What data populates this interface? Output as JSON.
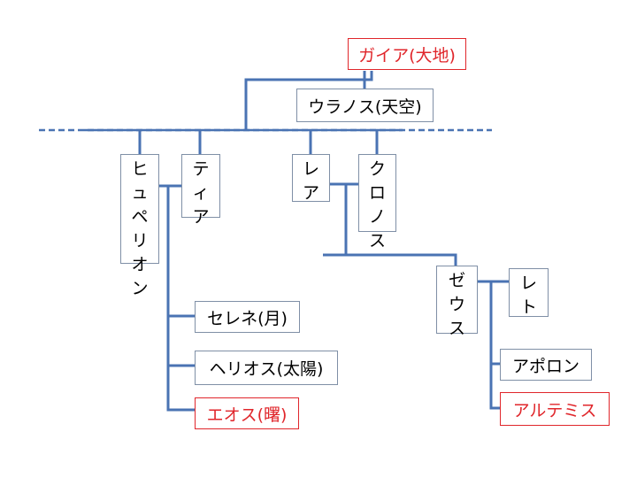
{
  "nodes": {
    "gaia": "ガイア(大地)",
    "uranus": "ウラノス(天空)",
    "hyperion": "ヒュペリオン",
    "theia": "ティア",
    "rhea": "レア",
    "cronus": "クロノス",
    "zeus": "ゼウス",
    "leto": "レト",
    "selene": "セレネ(月)",
    "helios": "ヘリオス(太陽)",
    "eos": "エオス(曙)",
    "apollo": "アポロン",
    "artemis": "アルテミス"
  },
  "colors": {
    "line": "#4a73b3",
    "highlight": "#e0262b",
    "border": "#7f8fa6"
  }
}
